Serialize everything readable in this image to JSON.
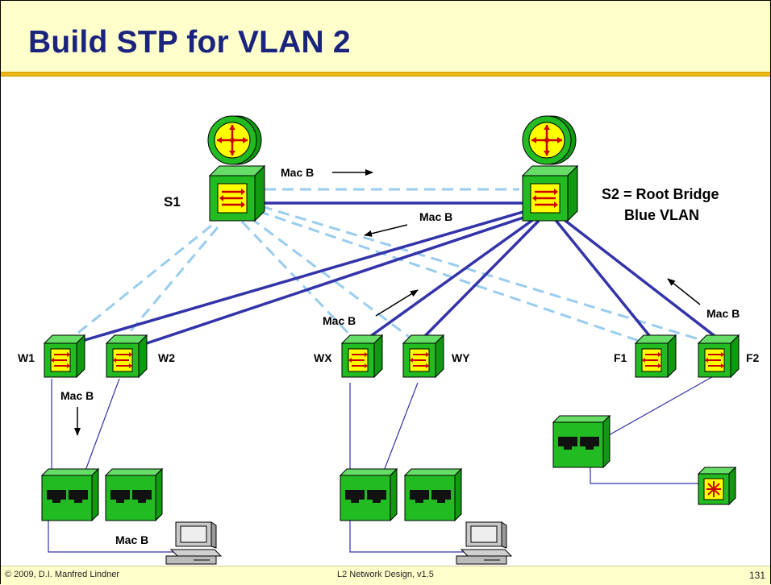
{
  "slide": {
    "title": "Build STP for VLAN 2",
    "footer_left": "© 2009, D.I. Manfred Lindner",
    "footer_center": "L2 Network Design, v1.5",
    "page_number": "131"
  },
  "labels": {
    "s1": "S1",
    "root_line1": "S2 = Root Bridge",
    "root_line2": "Blue VLAN",
    "w1": "W1",
    "w2": "W2",
    "wx": "WX",
    "wy": "WY",
    "f1": "F1",
    "f2": "F2",
    "mac_top": "Mac B",
    "mac_s2": "Mac B",
    "mac_mid": "Mac B",
    "mac_f": "Mac B",
    "mac_w": "Mac B",
    "mac_pc": "Mac B"
  },
  "colors": {
    "title": "#1a237e",
    "title_bg": "#ffffcc",
    "active_link": "#3333aa",
    "blocked_link": "#99ccee",
    "device_green": "#22bb22",
    "device_yellow": "#ffff00"
  },
  "icons": [
    "router-icon",
    "switch-icon",
    "patch-panel-icon",
    "workstation-icon",
    "hub-icon",
    "arrow-icon"
  ]
}
